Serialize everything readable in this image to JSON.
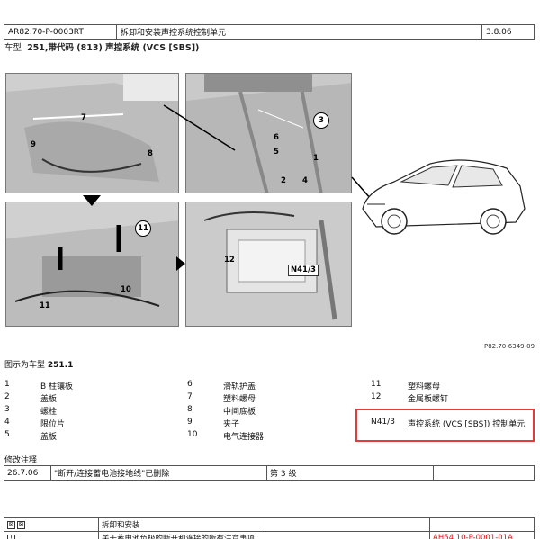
{
  "header": {
    "doc_id": "AR82.70-P-0003RT",
    "title": "拆卸和安装声控系统控制单元",
    "version": "3.8.06"
  },
  "model_line": {
    "prefix": "车型",
    "text": "251,带代码 (813) 声控系统 (VCS [SBS])"
  },
  "figure": {
    "callouts": [
      "7",
      "9",
      "8",
      "3",
      "6",
      "5",
      "2",
      "4",
      "1",
      "11",
      "10",
      "11",
      "12",
      "N41/3"
    ],
    "reference": "P82.70-6349-09"
  },
  "caption": {
    "prefix": "图示为车型",
    "model": "251.1"
  },
  "legend": [
    {
      "num": "1",
      "label": "B 柱镶板"
    },
    {
      "num": "2",
      "label": "盖板"
    },
    {
      "num": "3",
      "label": "螺栓"
    },
    {
      "num": "4",
      "label": "限位片"
    },
    {
      "num": "5",
      "label": "盖板"
    },
    {
      "num": "6",
      "label": "滑轨护盖"
    },
    {
      "num": "7",
      "label": "塑料螺母"
    },
    {
      "num": "8",
      "label": "中间底板"
    },
    {
      "num": "9",
      "label": "夹子"
    },
    {
      "num": "10",
      "label": "电气连接器"
    },
    {
      "num": "11",
      "label": "塑料螺母"
    },
    {
      "num": "12",
      "label": "金属板螺钉"
    },
    {
      "num": "N41/3",
      "label": "声控系统 (VCS [SBS]) 控制单元"
    }
  ],
  "notes": {
    "title": "修改注释",
    "rows": [
      {
        "date": "26.7.06",
        "text": "\"断开/连接蓄电池接地线\"已删除",
        "page": "第 3 级"
      }
    ]
  },
  "bottom": {
    "row1_label": "拆卸和安装",
    "row2_text": "关于蓄电池负极的断开和连接的所有注意事项",
    "row2_ref": "AH54.10-P-0001-01A",
    "accent": "#e01010"
  },
  "colors": {
    "highlight_box": "#e33a3a"
  }
}
